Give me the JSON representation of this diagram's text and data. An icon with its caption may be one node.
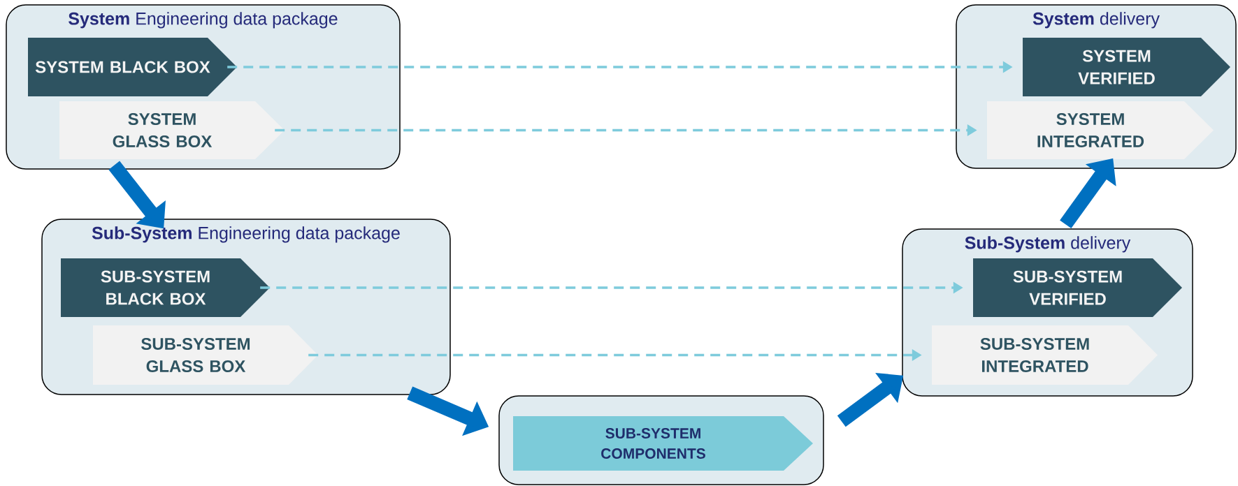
{
  "diagram": {
    "nodes": [
      {
        "text": [
          "**System** Engineering data package"
        ]
      },
      {
        "text": [
          "SYSTEM BLACK BOX"
        ],
        "in": 0
      },
      {
        "text": [
          "SYSTEM GLASS BOX"
        ],
        "in": 0
      },
      {
        "text": [
          "**Sub-System** Engineering data package"
        ]
      },
      {
        "text": [
          "SUB-SYSTEM BLACK BOX"
        ],
        "in": 3
      },
      {
        "text": [
          "SUB-SYSTEM GLASS BOX"
        ],
        "in": 3
      },
      {
        "text": [],
        "shape": "box"
      },
      {
        "text": [
          "SUB-SYSTEM COMPONENTS"
        ],
        "in": 6
      },
      {
        "text": [
          "**Sub-System** delivery"
        ]
      },
      {
        "text": [
          "SUB-SYSTEM VERIFIED"
        ],
        "in": 8
      },
      {
        "text": [
          "SUB-SYSTEM INTEGRATED"
        ],
        "in": 8
      },
      {
        "text": [
          "**System** delivery"
        ]
      },
      {
        "text": [
          "SYSTEM VERIFIED"
        ],
        "in": 11
      },
      {
        "text": [
          "SYSTEM INTEGRATED"
        ],
        "in": 11
      }
    ],
    "edges": [
      {
        "from": 1,
        "to": 12,
        "arrow": "to",
        "style": "dashed",
        "color": "#7ecbdc"
      },
      {
        "from": 2,
        "to": 13,
        "arrow": "to",
        "style": "dashed",
        "color": "#7ecbdc"
      },
      {
        "from": 4,
        "to": 9,
        "arrow": "to",
        "style": "dashed",
        "color": "#7ecbdc"
      },
      {
        "from": 5,
        "to": 10,
        "arrow": "to",
        "style": "dashed",
        "color": "#7ecbdc"
      },
      {
        "from": 0,
        "to": 3,
        "arrow": "to",
        "style": "thick",
        "color": "#0070c0"
      },
      {
        "from": 3,
        "to": 6,
        "arrow": "to",
        "style": "thick",
        "color": "#0070c0"
      },
      {
        "from": 6,
        "to": 8,
        "arrow": "to",
        "style": "thick",
        "color": "#0070c0"
      },
      {
        "from": 8,
        "to": 11,
        "arrow": "to",
        "style": "thick",
        "color": "#0070c0"
      }
    ]
  }
}
